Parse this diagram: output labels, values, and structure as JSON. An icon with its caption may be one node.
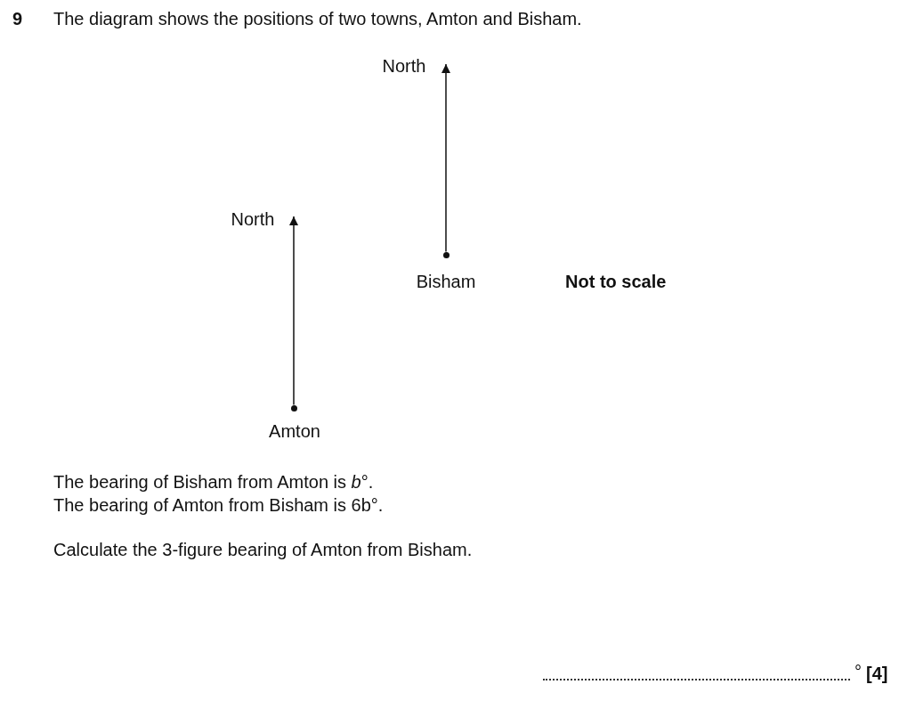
{
  "diagram": {
    "nodes": [
      {
        "text": [],
        "shape": "circle",
        "beside": [
          "Bisham"
        ]
      },
      {
        "text": [],
        "shape": "circle",
        "beside": [
          "Amton"
        ]
      }
    ],
    "edges": [
      {
        "from": 0,
        "to": null,
        "arrow": "to"
      },
      {
        "from": 1,
        "to": null,
        "arrow": "to"
      }
    ],
    "labels": [
      "9",
      "The diagram shows the positions of two towns, Amton and Bisham.",
      "North",
      "North",
      "Not to scale",
      "The bearing of Bisham from Amton is *b*°.",
      "The bearing of Amton from Bisham is 6b°.",
      "Calculate the 3-figure bearing of Amton from Bisham.",
      "°",
      "[4]"
    ]
  }
}
